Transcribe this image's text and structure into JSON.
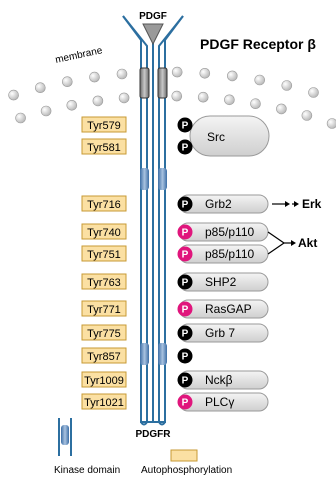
{
  "title": "PDGF Receptor β",
  "ligand": "PDGF",
  "membrane_label": "membrane",
  "receptor_label": "PDGFR",
  "sites": [
    {
      "tyr": "Tyr579",
      "p_color": "#000000",
      "partner": "Src",
      "group": "src"
    },
    {
      "tyr": "Tyr581",
      "p_color": "#000000",
      "partner": "",
      "group": "src"
    },
    {
      "tyr": "Tyr716",
      "p_color": "#000000",
      "partner": "Grb2",
      "arrow": "Erk"
    },
    {
      "tyr": "Tyr740",
      "p_color": "#e0157c",
      "partner": "p85/p110",
      "arrow_group": "akt"
    },
    {
      "tyr": "Tyr751",
      "p_color": "#e0157c",
      "partner": "p85/p110",
      "arrow_group": "akt"
    },
    {
      "tyr": "Tyr763",
      "p_color": "#000000",
      "partner": "SHP2"
    },
    {
      "tyr": "Tyr771",
      "p_color": "#e0157c",
      "partner": "RasGAP"
    },
    {
      "tyr": "Tyr775",
      "p_color": "#000000",
      "partner": "Grb 7"
    },
    {
      "tyr": "Tyr857",
      "p_color": "#000000",
      "partner": ""
    },
    {
      "tyr": "Tyr1009",
      "p_color": "#000000",
      "partner": "Nckβ"
    },
    {
      "tyr": "Tyr1021",
      "p_color": "#e0157c",
      "partner": "PLCγ"
    }
  ],
  "p_letter": "P",
  "akt_label": "Akt",
  "legend": {
    "kinase": "Kinase domain",
    "autophos": "Autophosphorylation"
  },
  "colors": {
    "receptor": "#2c6fa0",
    "tyr_fill": "#fbe0a3",
    "partner_fill": "#e6e6e6",
    "kinase": "#5b86b8"
  }
}
